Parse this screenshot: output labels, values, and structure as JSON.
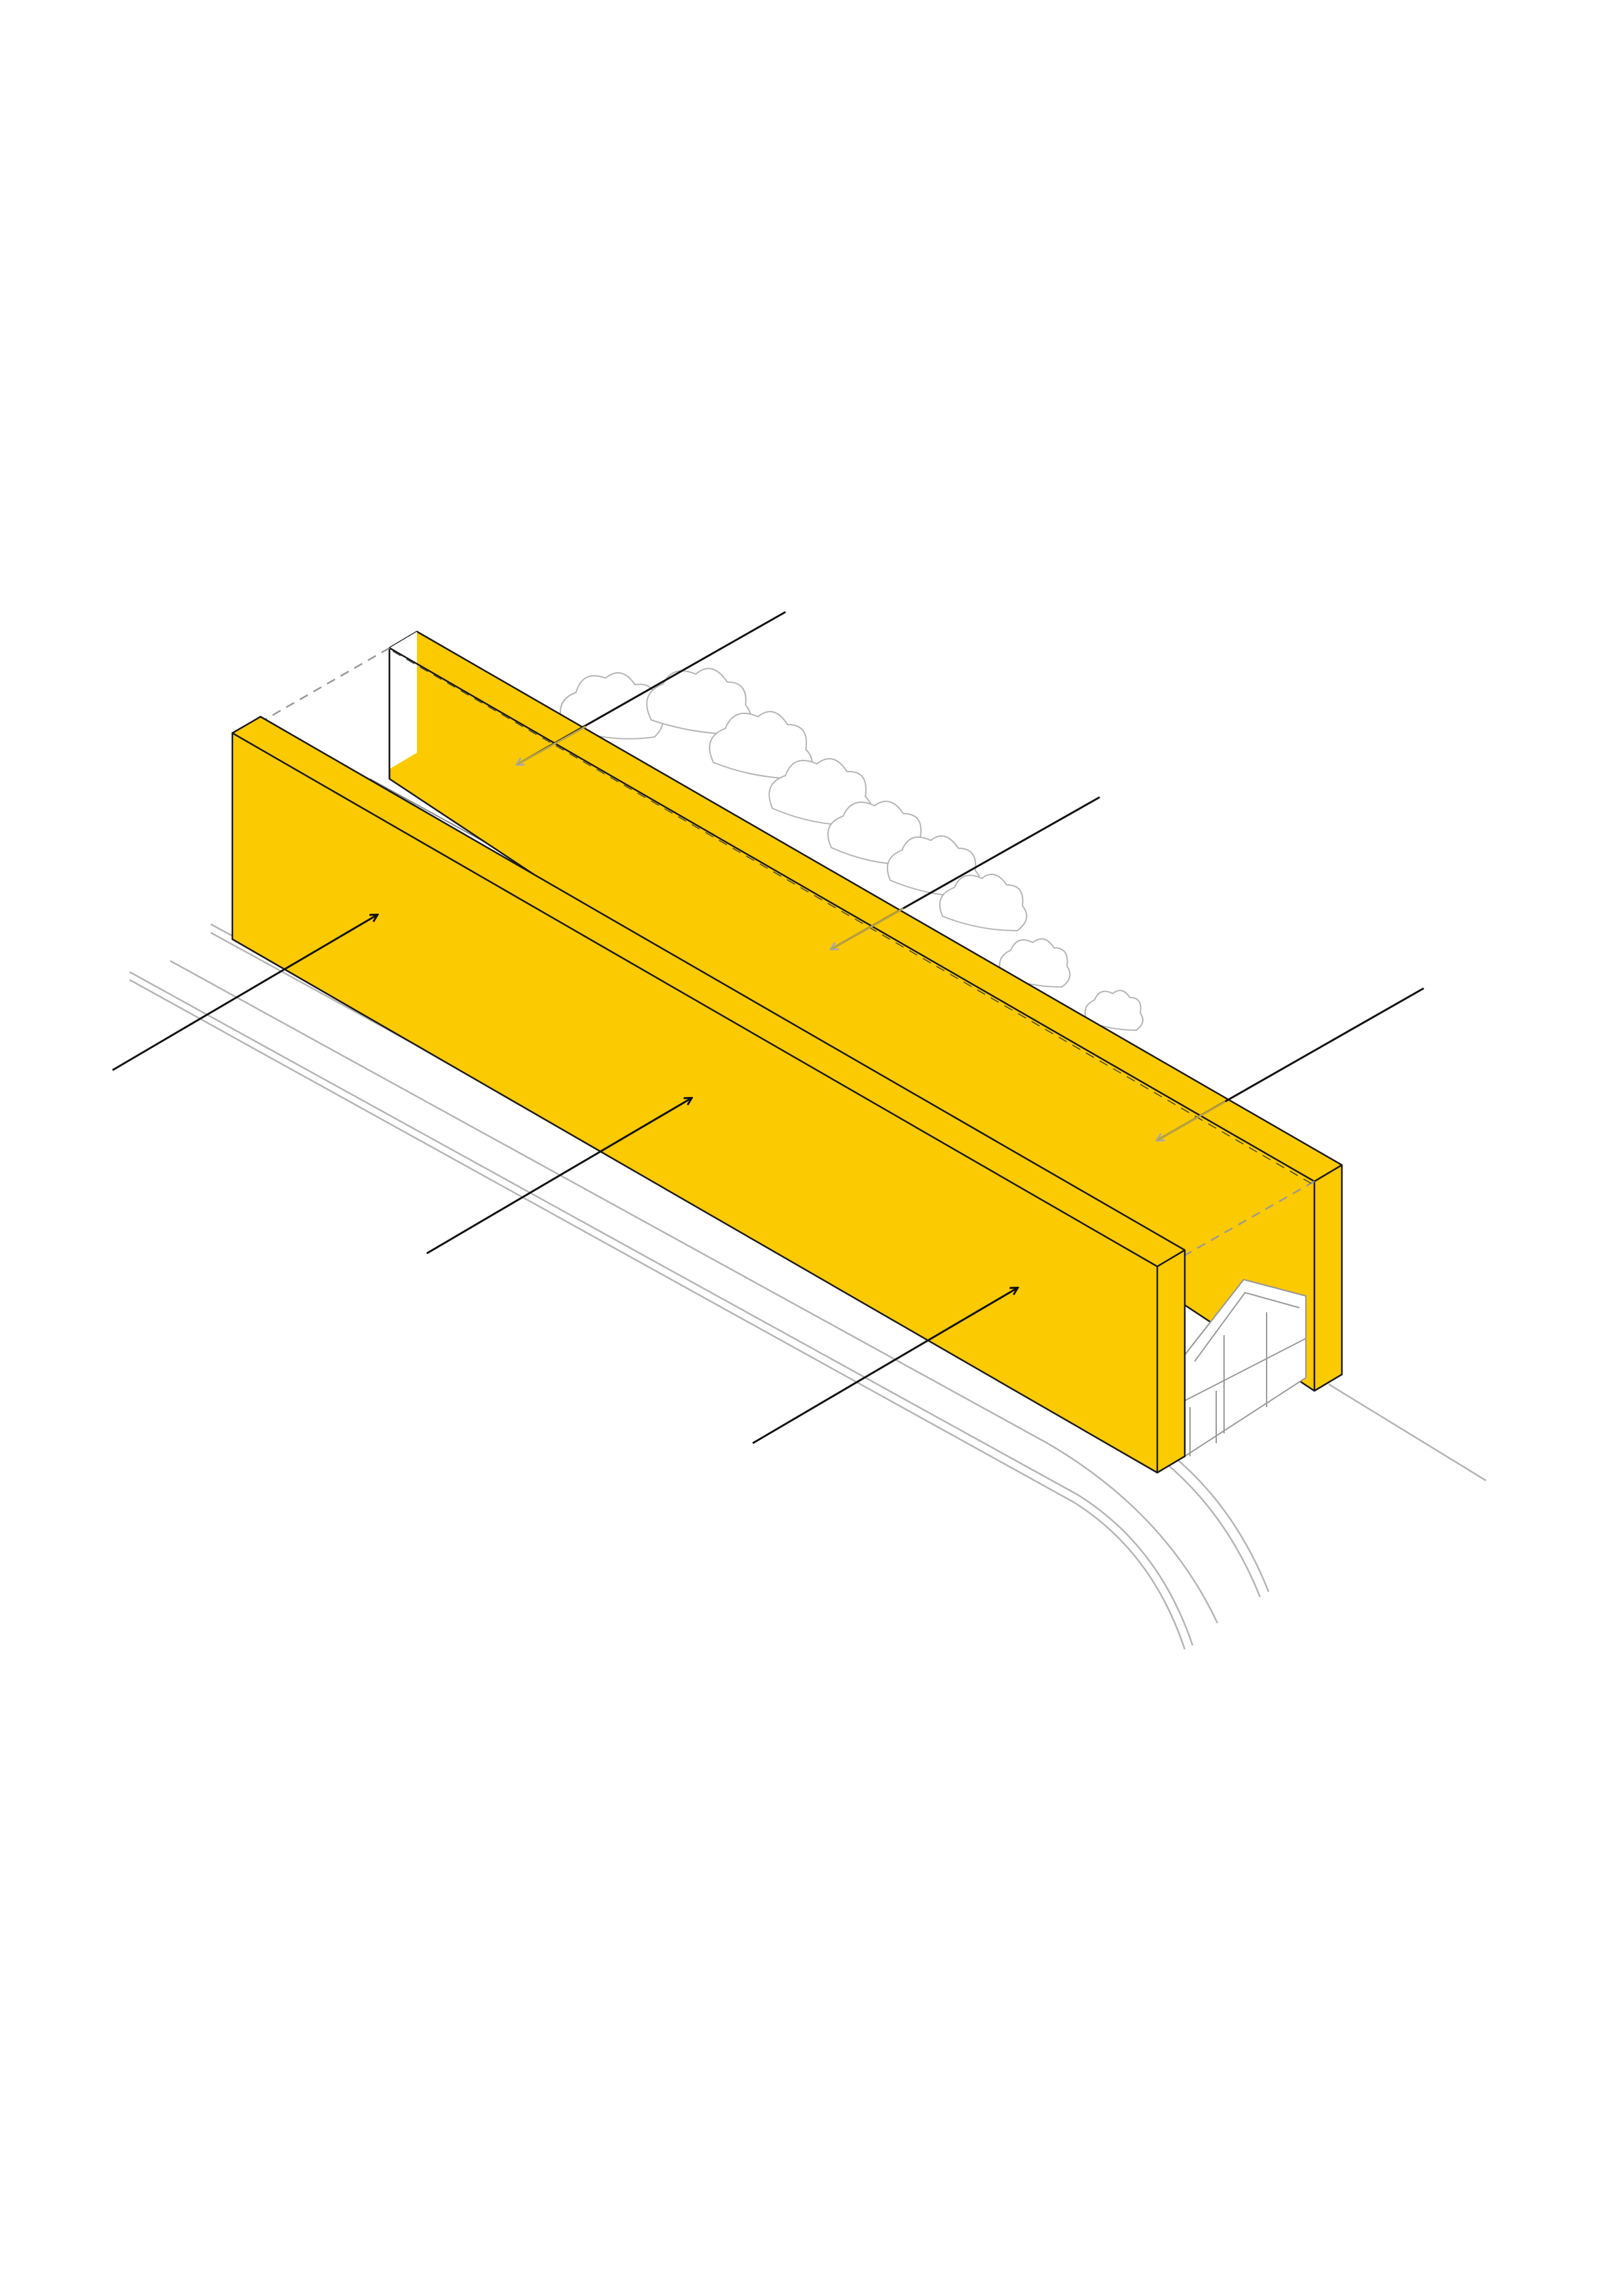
{
  "diagram": {
    "caption": "",
    "colors": {
      "background": "#ffffff",
      "wall_fill": "#fcca00",
      "wall_edge": "#1a1a1a",
      "arrow_dark": "#111111",
      "arrow_grey": "#aaaaaa",
      "context_line": "#b4b4b4"
    },
    "arrows": {
      "incoming": [
        "arrow-in-1",
        "arrow-in-2",
        "arrow-in-3"
      ],
      "outgoing": [
        "arrow-out-1",
        "arrow-out-2",
        "arrow-out-3"
      ]
    }
  }
}
